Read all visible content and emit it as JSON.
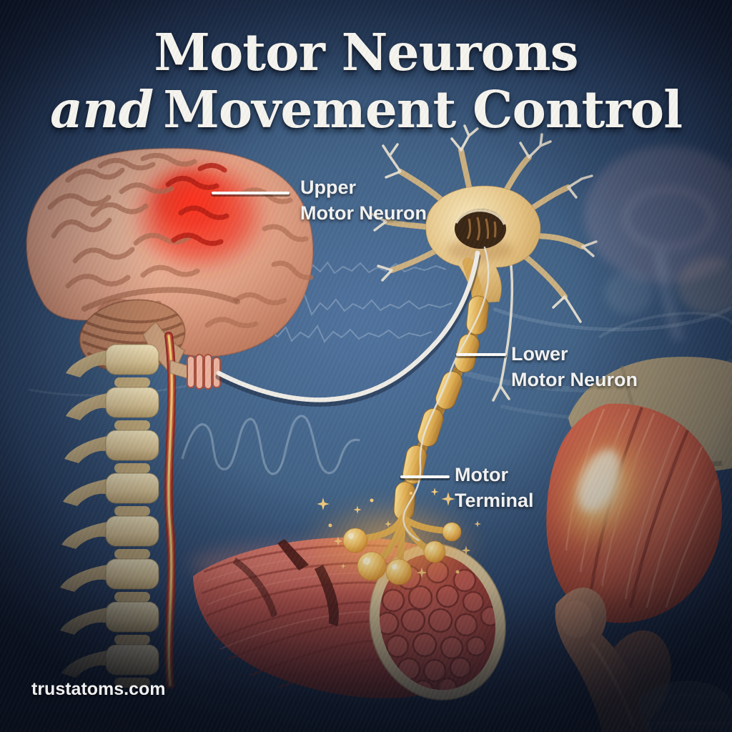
{
  "title": {
    "line1": "Motor Neurons",
    "line2_italic": "and",
    "line2_rest": "Movement Control"
  },
  "labels": {
    "upper_motor_neuron": {
      "line1": "Upper",
      "line2": "Motor Neuron"
    },
    "lower_motor_neuron": {
      "line1": "Lower",
      "line2": "Motor Neuron"
    },
    "motor_terminal": {
      "line1": "Motor",
      "line2": "Terminal"
    }
  },
  "watermark": "trustatoms.com",
  "colors": {
    "background_blue": "#426387",
    "background_dark_navy": "#16243f",
    "title_white": "#f6f4ef",
    "label_white": "#f3f3f3",
    "brain_pink": "#dfa189",
    "motor_cortex_red": "#ef3322",
    "bone_tan": "#d8c69c",
    "spinal_cord_red": "#b23a31",
    "spinal_cord_yellow": "#e6cb6f",
    "neuron_gold": "#e3bc72",
    "myelin_gold": "#dca84c",
    "terminal_glow_orange": "#ffae4d",
    "muscle_red": "#c2544a",
    "muscle_rim_beige": "#e9d2a2",
    "leg_skin": "#bf8162",
    "cable_white": "#efece6"
  }
}
